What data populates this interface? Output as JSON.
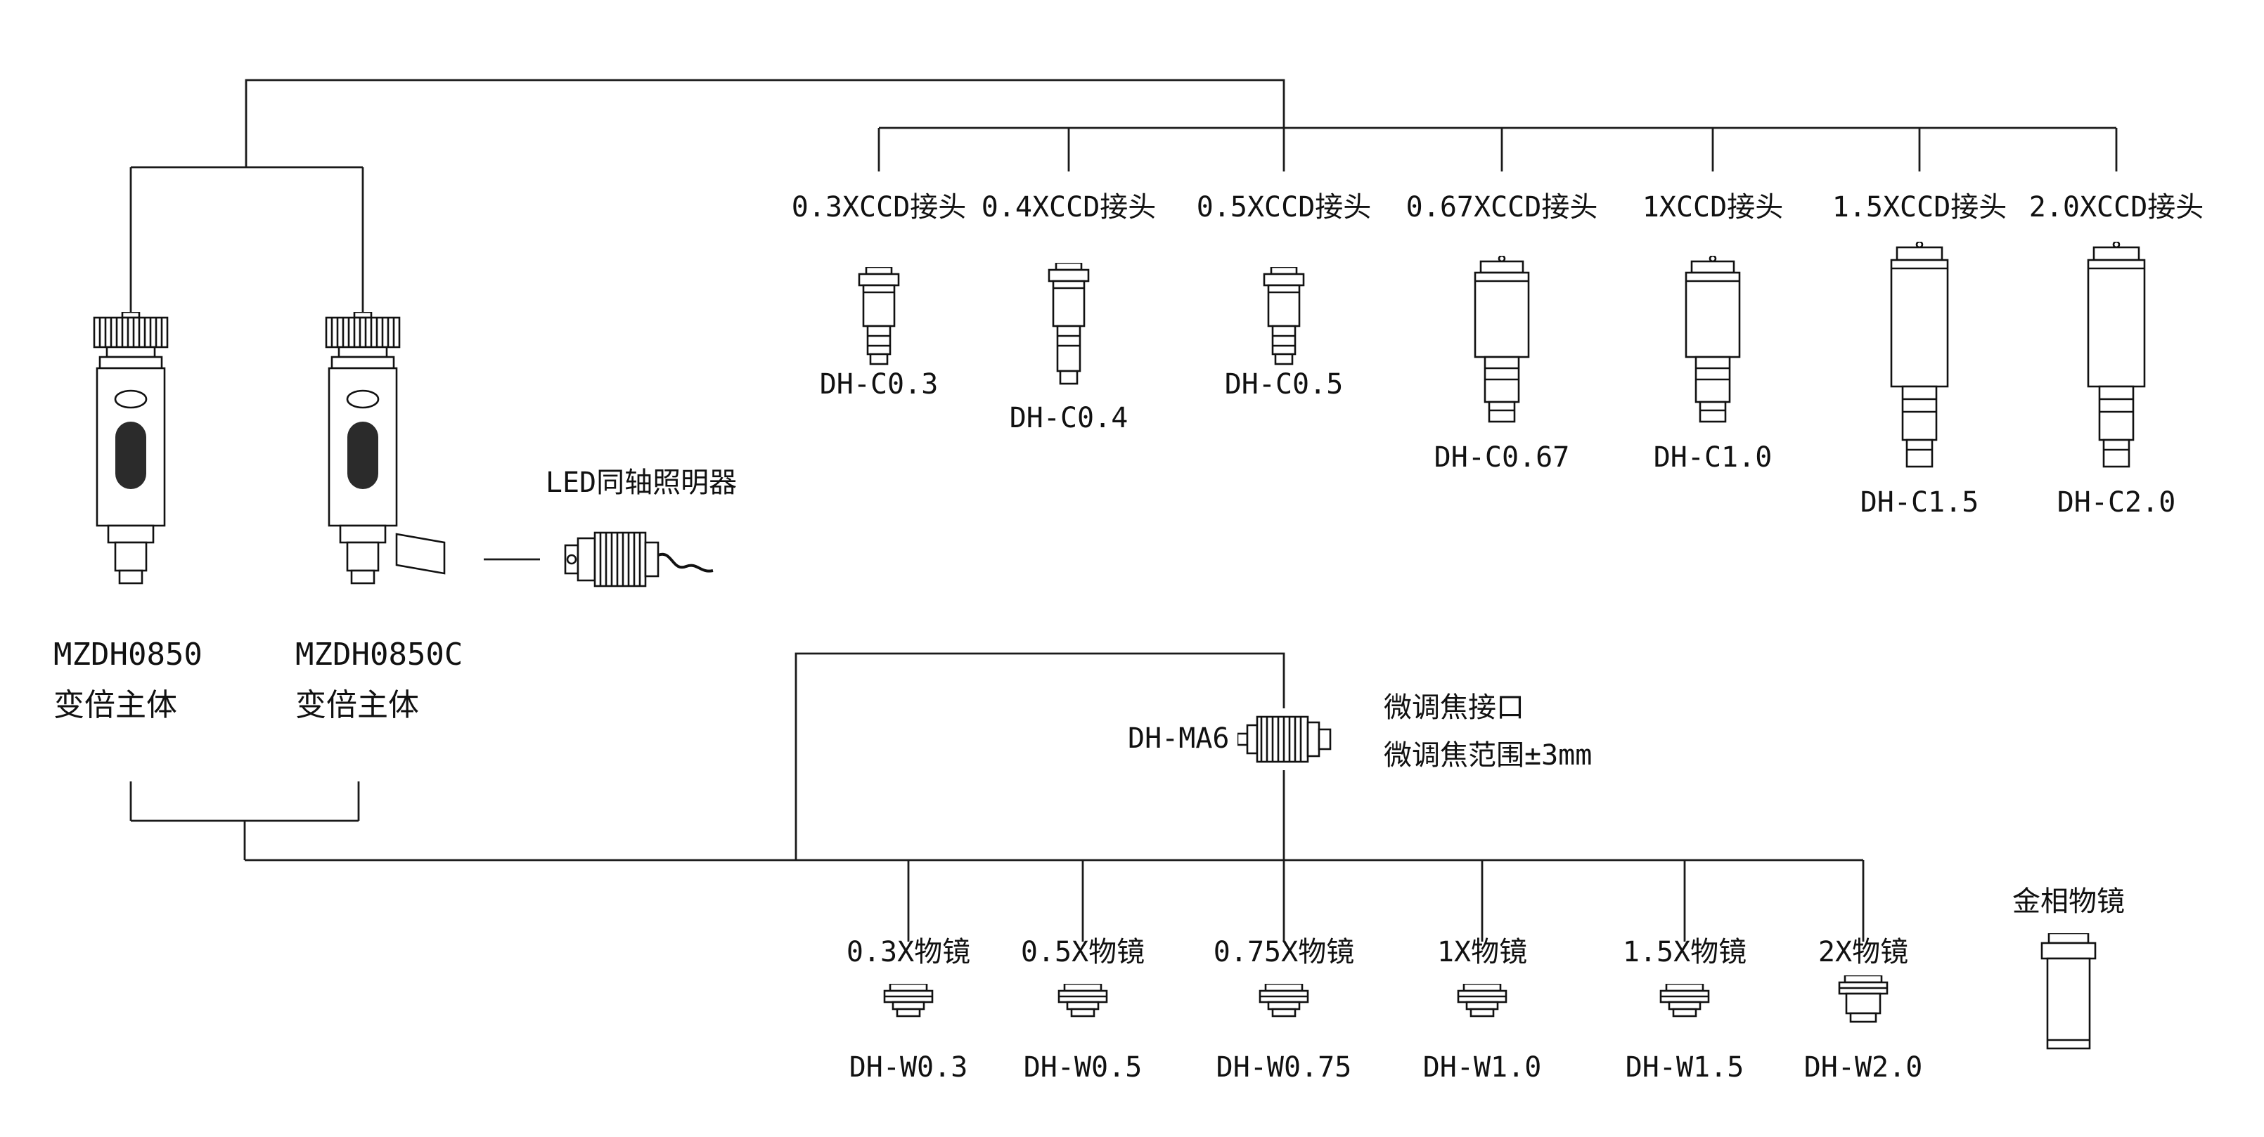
{
  "bodies": {
    "left": {
      "model": "MZDH0850",
      "type_label": "变倍主体"
    },
    "right": {
      "model": "MZDH0850C",
      "type_label": "变倍主体"
    }
  },
  "led_illuminator": {
    "label": "LED同轴照明器"
  },
  "ccd_adapters": [
    {
      "title": "0.3XCCD接头",
      "model": "DH-C0.3"
    },
    {
      "title": "0.4XCCD接头",
      "model": "DH-C0.4"
    },
    {
      "title": "0.5XCCD接头",
      "model": "DH-C0.5"
    },
    {
      "title": "0.67XCCD接头",
      "model": "DH-C0.67"
    },
    {
      "title": "1XCCD接头",
      "model": "DH-C1.0"
    },
    {
      "title": "1.5XCCD接头",
      "model": "DH-C1.5"
    },
    {
      "title": "2.0XCCD接头",
      "model": "DH-C2.0"
    }
  ],
  "fine_focus_adapter": {
    "model": "DH-MA6",
    "note_line1": "微调焦接口",
    "note_line2": "微调焦范围±3mm"
  },
  "objectives": [
    {
      "title": "0.3X物镜",
      "model": "DH-W0.3"
    },
    {
      "title": "0.5X物镜",
      "model": "DH-W0.5"
    },
    {
      "title": "0.75X物镜",
      "model": "DH-W0.75"
    },
    {
      "title": "1X物镜",
      "model": "DH-W1.0"
    },
    {
      "title": "1.5X物镜",
      "model": "DH-W1.5"
    },
    {
      "title": "2X物镜",
      "model": "DH-W2.0"
    }
  ],
  "metallurgical_objective": {
    "title": "金相物镜"
  },
  "colors": {
    "line": "#1a1a1a",
    "text": "#111111",
    "background": "#ffffff"
  }
}
